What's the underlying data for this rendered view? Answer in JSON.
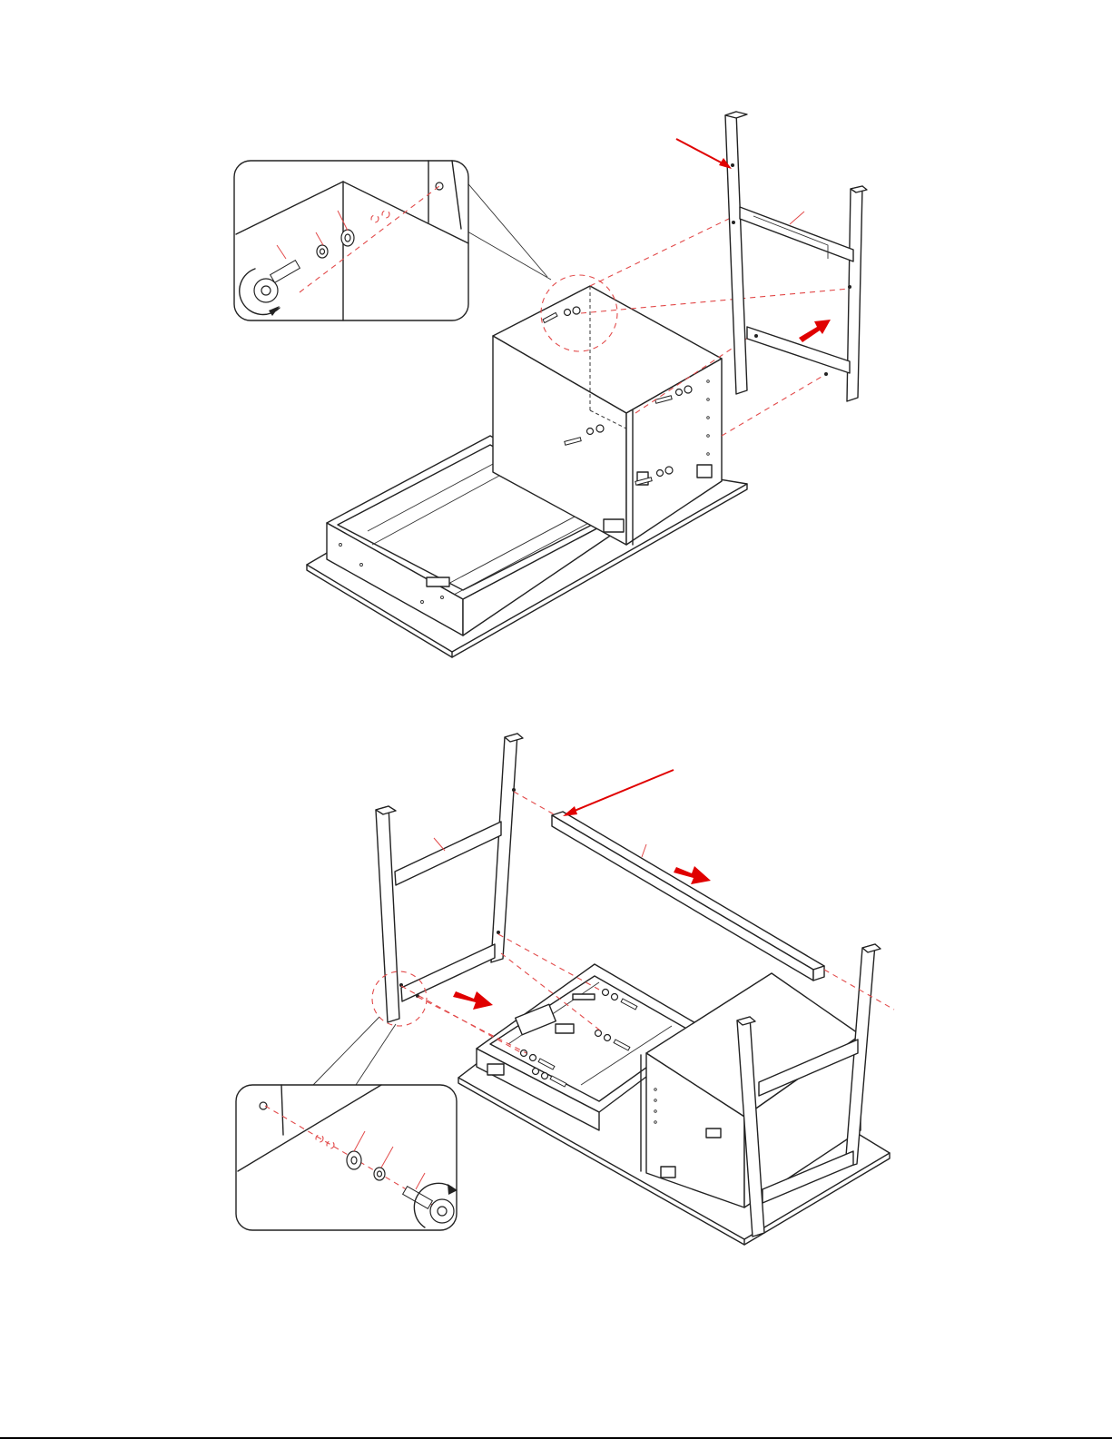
{
  "figure": {
    "steps": [
      {
        "name": "upper-step",
        "detail_callout": {
          "has_rotation_arrow": true
        },
        "arrows": [
          "leader-arrow-to-leg-hole",
          "push-arrow-leg-frame"
        ]
      },
      {
        "name": "lower-step",
        "detail_callout": {
          "has_rotation_arrow": true
        },
        "arrows": [
          "leader-arrow-to-stretcher-end",
          "push-arrow-stretcher",
          "push-arrow-leg-frame"
        ]
      }
    ],
    "colors": {
      "line": "#222222",
      "guide": "#e24a4a",
      "arrow": "#e00000",
      "background": "#ffffff"
    }
  }
}
